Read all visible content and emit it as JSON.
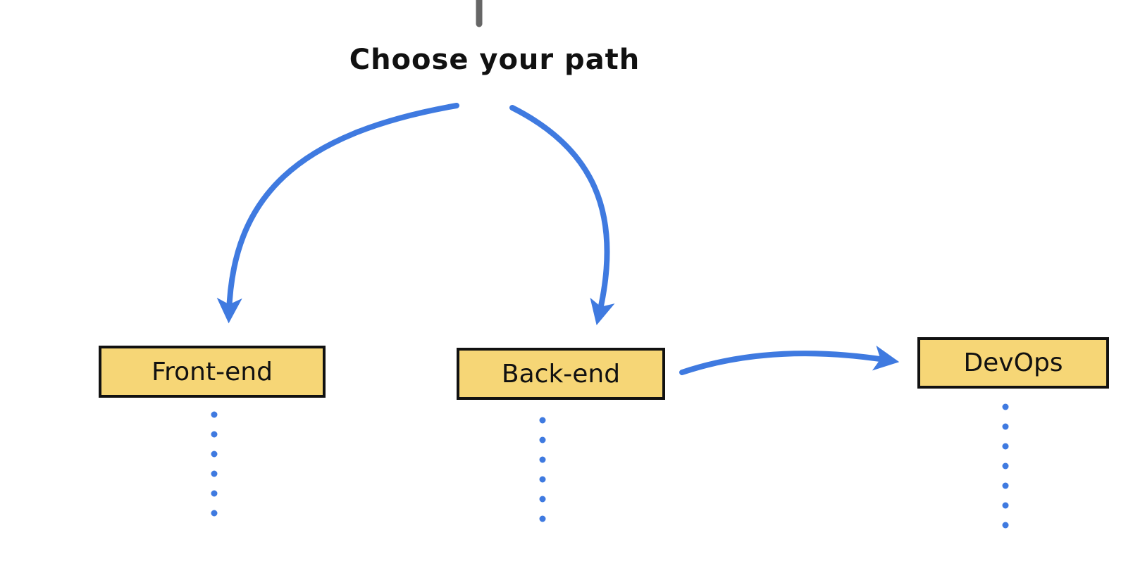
{
  "title": "Choose your path",
  "nodes": {
    "frontend": {
      "label": "Front-end"
    },
    "backend": {
      "label": "Back-end"
    },
    "devops": {
      "label": "DevOps"
    }
  },
  "colors": {
    "arrow": "#3f7ae0",
    "node_fill": "#f6d676",
    "node_stroke": "#111111",
    "text": "#111111",
    "connector_top": "#666666"
  }
}
